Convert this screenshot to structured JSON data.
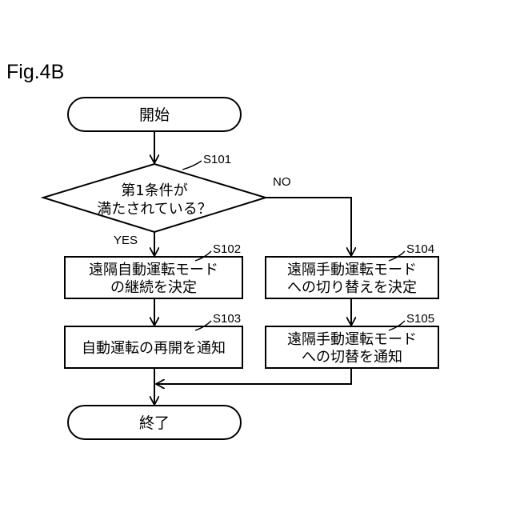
{
  "figure_label": "Fig.4B",
  "start": {
    "label": "開始"
  },
  "decision": {
    "step": "S101",
    "line1": "第1条件が",
    "line2": "満たされている？",
    "no_label": "NO",
    "yes_label": "YES"
  },
  "s102": {
    "step": "S102",
    "line1": "遠隔自動運転モード",
    "line2": "の継続を決定"
  },
  "s103": {
    "step": "S103",
    "line1": "自動運転の再開を通知"
  },
  "s104": {
    "step": "S104",
    "line1": "遠隔手動運転モード",
    "line2": "への切り替えを決定"
  },
  "s105": {
    "step": "S105",
    "line1": "遠隔手動運転モード",
    "line2": "への切替を通知"
  },
  "end": {
    "label": "終了"
  }
}
